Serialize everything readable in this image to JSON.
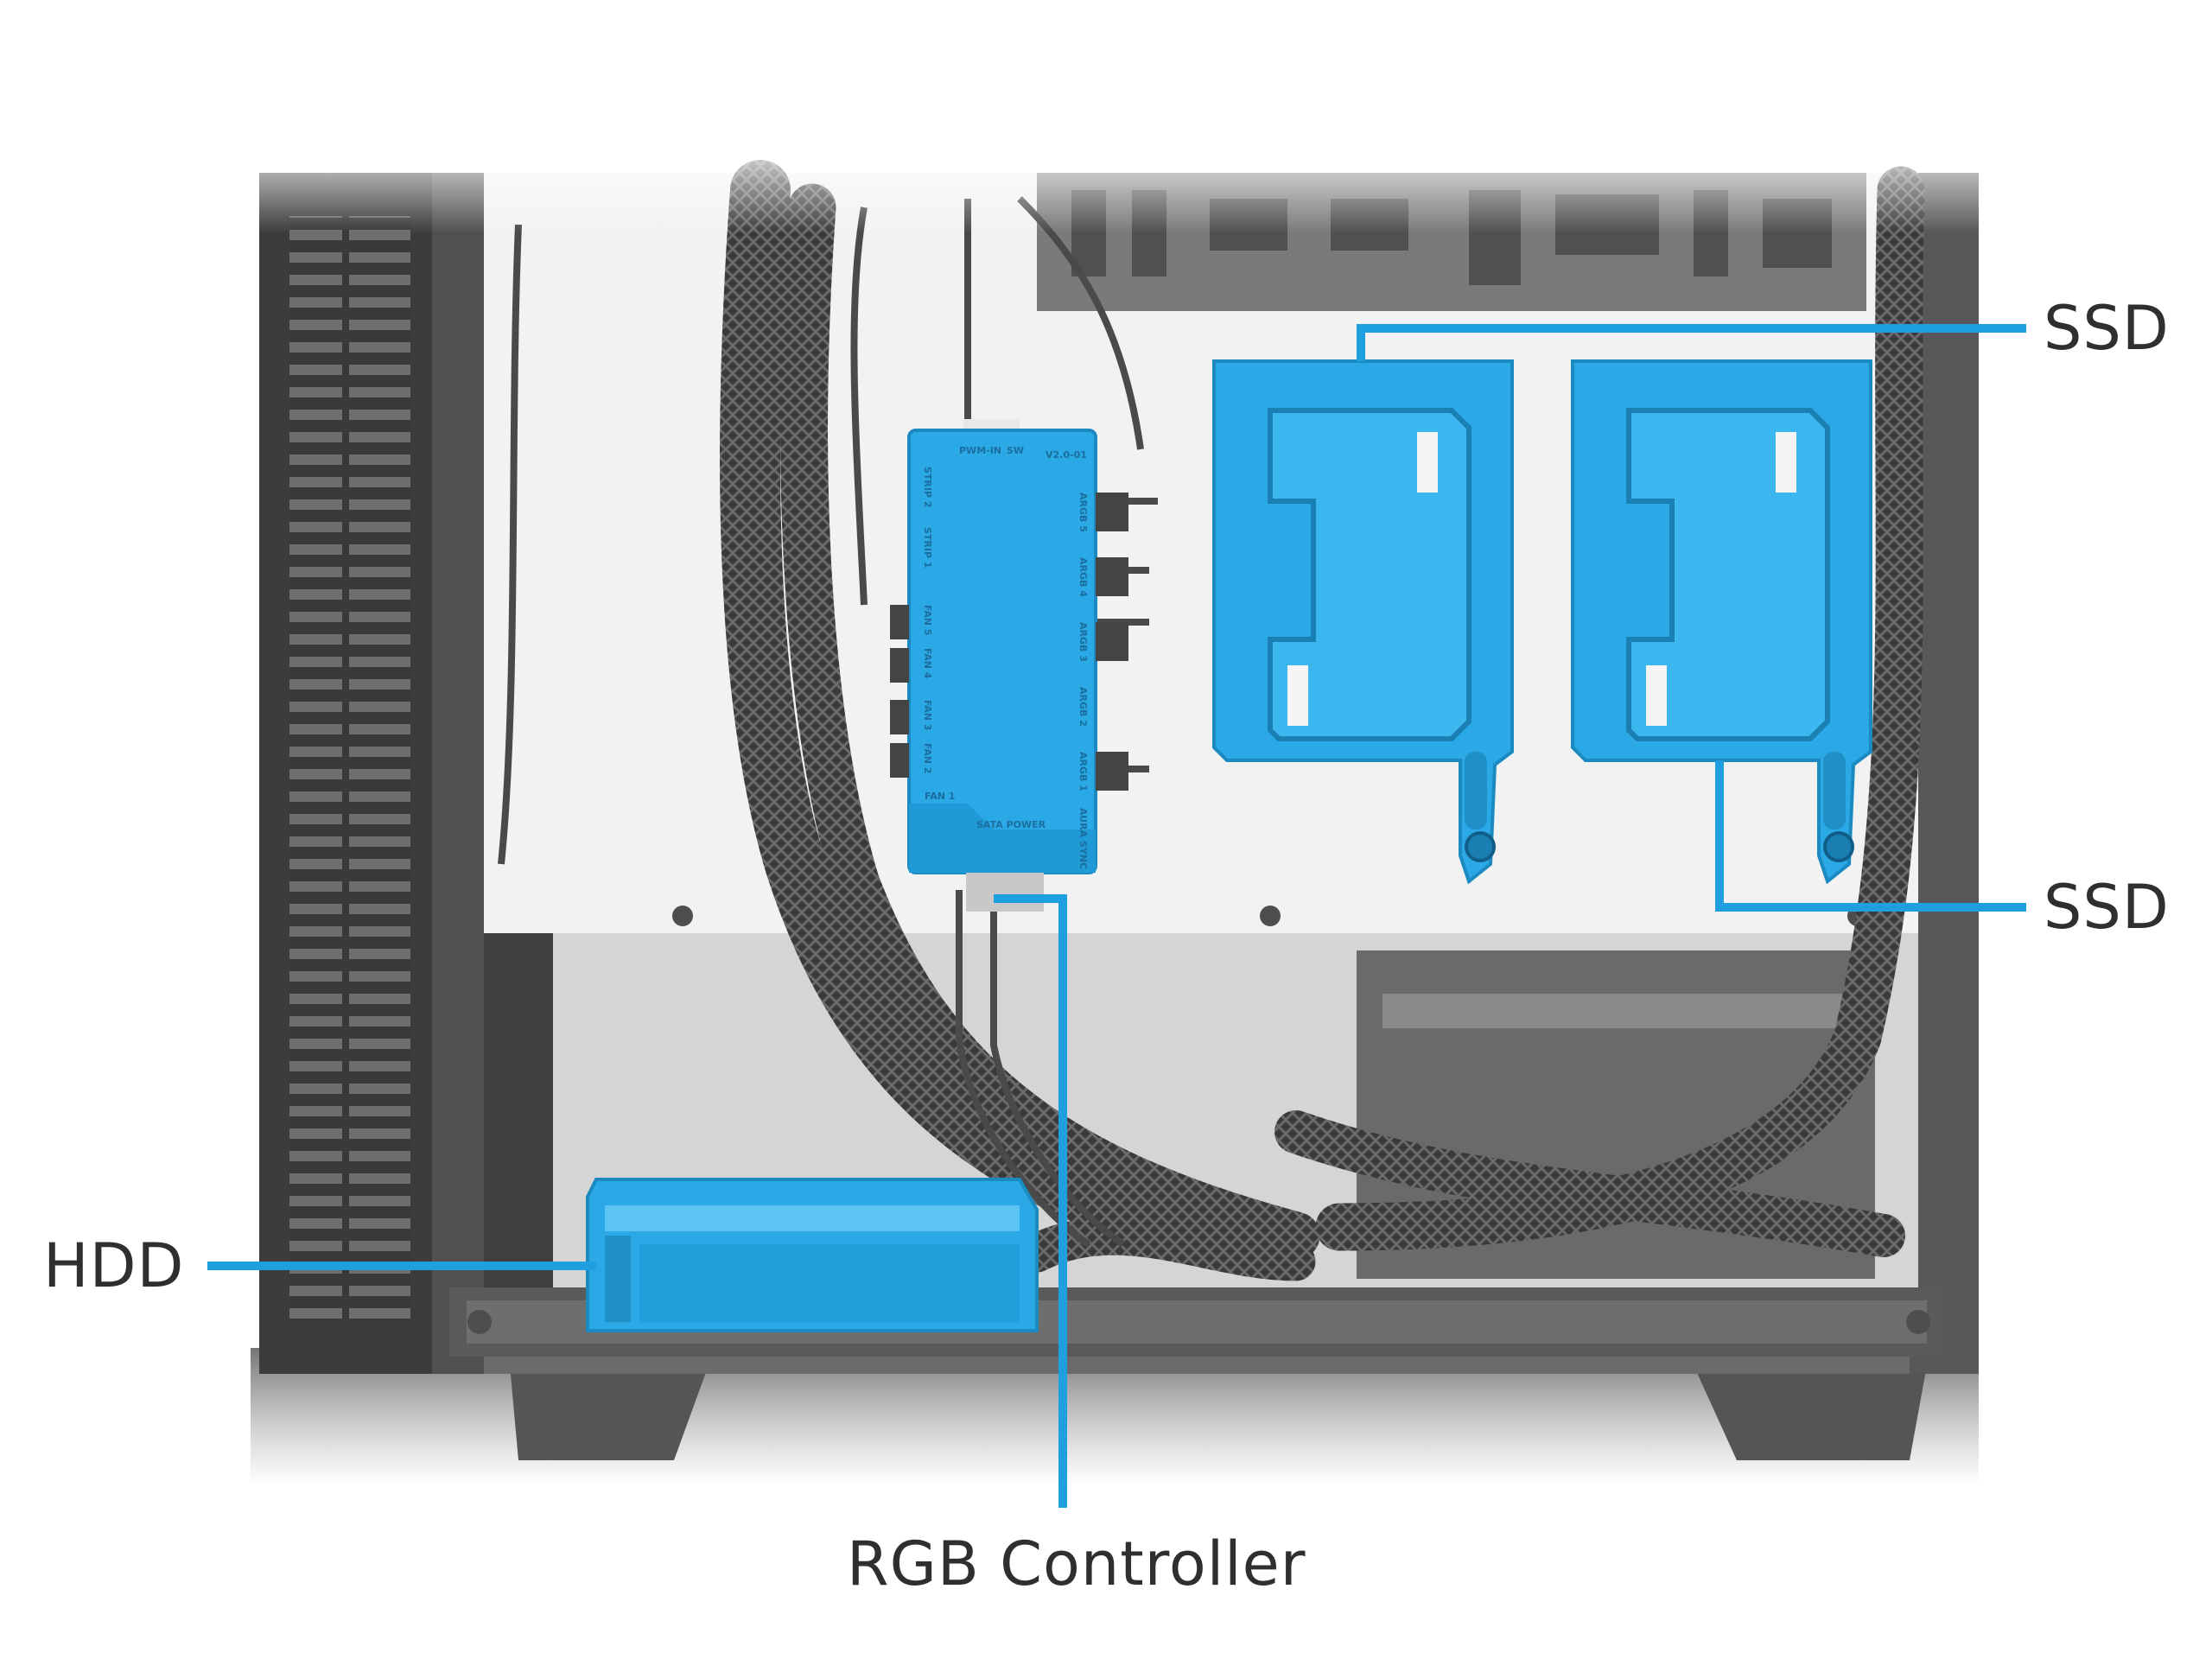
{
  "callouts": {
    "ssd_top": "SSD",
    "ssd_bottom": "SSD",
    "hdd": "HDD",
    "rgb_controller": "RGB Controller"
  },
  "controller_markings": {
    "pwm_in": "PWM-IN",
    "sw": "SW",
    "version": "V2.0-01",
    "strip2": "STRIP 2",
    "strip1": "STRIP 1",
    "fan5": "FAN 5",
    "fan4": "FAN 4",
    "fan3": "FAN 3",
    "fan2": "FAN 2",
    "fan1": "FAN 1",
    "argb5": "ARGB 5",
    "argb4": "ARGB 4",
    "argb3": "ARGB 3",
    "argb2": "ARGB 2",
    "argb1": "ARGB 1",
    "sata_power": "SATA POWER",
    "aura_sync": "AURA SYNC"
  },
  "colors": {
    "highlight": "#2aa9e6",
    "callout_line": "#1e9fe0",
    "case_dark": "#4a4a4a",
    "label_text": "#2f2f2f"
  }
}
